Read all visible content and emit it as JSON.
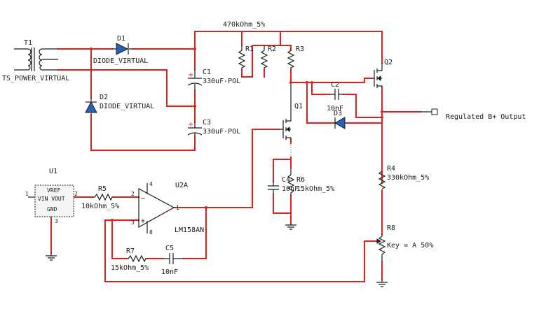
{
  "components": {
    "t1": {
      "ref": "T1",
      "value": "TS_POWER_VIRTUAL"
    },
    "d1": {
      "ref": "D1",
      "value": "DIODE_VIRTUAL"
    },
    "d2": {
      "ref": "D2",
      "value": "DIODE_VIRTUAL"
    },
    "c1": {
      "ref": "C1",
      "value": "330uF-POL"
    },
    "c3": {
      "ref": "C3",
      "value": "330uF-POL"
    },
    "r1": {
      "ref": "R1"
    },
    "r2": {
      "ref": "R2"
    },
    "r3": {
      "ref": "R3"
    },
    "r123_value": "470kOhm_5%",
    "q1": {
      "ref": "Q1"
    },
    "q2": {
      "ref": "Q2"
    },
    "c2": {
      "ref": "C2",
      "value": "10nF"
    },
    "d3": {
      "ref": "D3"
    },
    "c4": {
      "ref": "C4",
      "value": "10nF"
    },
    "r6": {
      "ref": "R6",
      "value": "15kOhm_5%"
    },
    "r4": {
      "ref": "R4",
      "value": "330kOhm_5%"
    },
    "r8": {
      "ref": "R8",
      "value": "Key = A 50%"
    },
    "u1": {
      "ref": "U1",
      "pins": [
        "VREF",
        "VIN VOUT",
        "GND"
      ],
      "pin_numbers": [
        "1",
        "2",
        "3"
      ]
    },
    "r5": {
      "ref": "R5",
      "value": "10kOhm_5%"
    },
    "u2a": {
      "ref": "U2A",
      "value": "LM158AN",
      "pin_numbers": [
        "2",
        "3",
        "1",
        "4",
        "8"
      ]
    },
    "r7": {
      "ref": "R7",
      "value": "15kOhm_5%"
    },
    "c5": {
      "ref": "C5",
      "value": "10nF"
    }
  },
  "output_label": "Regulated B+ Output",
  "colors": {
    "wire": "#e0201f",
    "diode_fill": "#2b5fb8",
    "polarity_mark": "#e0201f"
  }
}
